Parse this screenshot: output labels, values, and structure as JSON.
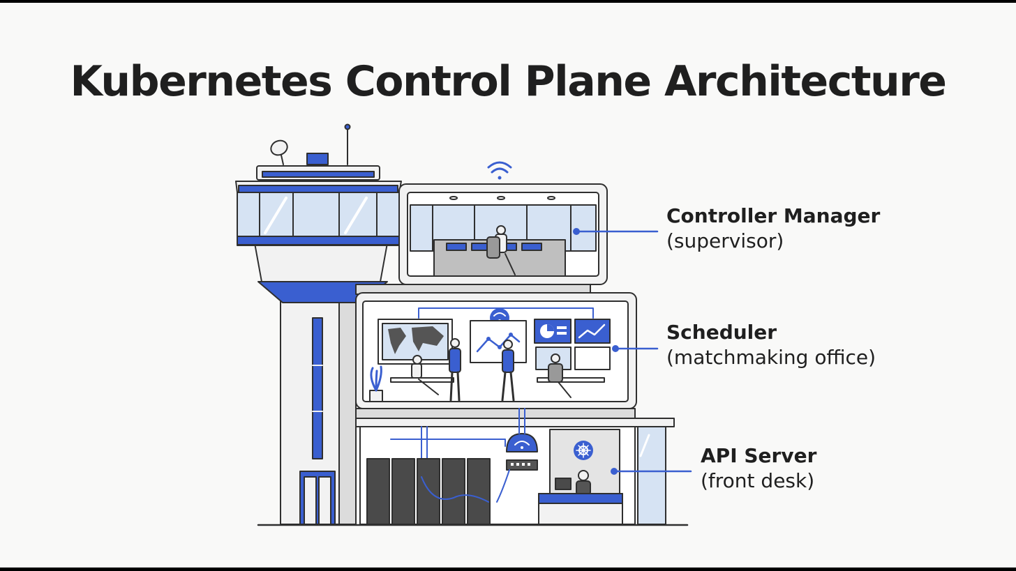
{
  "title": "Kubernetes Control Plane Architecture",
  "components": [
    {
      "name": "Controller Manager",
      "role": "(supervisor)"
    },
    {
      "name": "Scheduler",
      "role": "(matchmaking office)"
    },
    {
      "name": "API Server",
      "role": "(front desk)"
    }
  ],
  "colors": {
    "accent": "#3a5fd0",
    "glass": "#d6e3f3",
    "outline": "#2f2f2f",
    "wall": "#f2f2f2",
    "background": "#f9f9f8",
    "text": "#1f1f1f"
  },
  "icons": [
    "satellite-dish-icon",
    "antenna-icon",
    "wifi-icon",
    "world-map-icon",
    "line-chart-icon",
    "pie-chart-icon",
    "kubernetes-helm-icon",
    "server-rack-icon",
    "network-switch-icon",
    "plant-icon"
  ]
}
